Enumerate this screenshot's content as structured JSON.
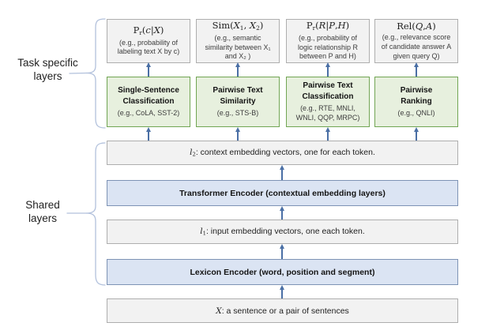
{
  "colors": {
    "green-fill": "#e7f0de",
    "green-border": "#71a553",
    "blue-fill": "#dbe4f3",
    "blue-border": "#7e93b5",
    "gray-fill": "#f2f2f2",
    "gray-border": "#aeaeae",
    "arrow": "#4a6fa5",
    "brace": "#b2c1dc",
    "text": "#262626"
  },
  "side_labels": {
    "task_specific": "Task specific\nlayers",
    "shared": "Shared\nlayers"
  },
  "top_boxes": [
    {
      "formula_segments": [
        {
          "t": "P",
          "s": "rm"
        },
        {
          "t": "r",
          "s": "sub"
        },
        {
          "t": "(",
          "s": "rm"
        },
        {
          "t": "c",
          "s": "it"
        },
        {
          "t": "|",
          "s": "rm"
        },
        {
          "t": "X",
          "s": "it"
        },
        {
          "t": ")",
          "s": "rm"
        }
      ],
      "desc": "(e.g., probability of\nlabeling text X by c)"
    },
    {
      "formula_segments": [
        {
          "t": "Sim(",
          "s": "rm"
        },
        {
          "t": "X",
          "s": "it"
        },
        {
          "t": "1",
          "s": "sub"
        },
        {
          "t": ", ",
          "s": "rm"
        },
        {
          "t": "X",
          "s": "it"
        },
        {
          "t": "2",
          "s": "sub"
        },
        {
          "t": ")",
          "s": "rm"
        }
      ],
      "desc": "(e.g., semantic\nsimilarity between X₁\nand X₂ )"
    },
    {
      "formula_segments": [
        {
          "t": "P",
          "s": "rm"
        },
        {
          "t": "r",
          "s": "sub"
        },
        {
          "t": "(",
          "s": "rm"
        },
        {
          "t": "R",
          "s": "it"
        },
        {
          "t": "|",
          "s": "rm"
        },
        {
          "t": "P",
          "s": "it"
        },
        {
          "t": ",",
          "s": "rm"
        },
        {
          "t": "H",
          "s": "it"
        },
        {
          "t": ")",
          "s": "rm"
        }
      ],
      "desc": "(e.g., probability of\nlogic relationship R\nbetween P and H)"
    },
    {
      "formula_segments": [
        {
          "t": "Rel(",
          "s": "rm"
        },
        {
          "t": "Q",
          "s": "it"
        },
        {
          "t": ",",
          "s": "rm"
        },
        {
          "t": "A",
          "s": "it"
        },
        {
          "t": ")",
          "s": "rm"
        }
      ],
      "desc": "(e.g., relevance score\nof candidate answer A\ngiven query Q)"
    }
  ],
  "task_boxes": [
    {
      "title": "Single-Sentence\nClassification",
      "example": "(e.g., CoLA, SST-2)"
    },
    {
      "title": "Pairwise Text\nSimilarity",
      "example": "(e.g., STS-B)"
    },
    {
      "title": "Pairwise Text\nClassification",
      "example": "(e.g., RTE, MNLI,\nWNLI, QQP, MRPC)"
    },
    {
      "title": "Pairwise\nRanking",
      "example": "(e.g., QNLI)"
    }
  ],
  "shared_layers": {
    "l2_segments": [
      {
        "t": "l",
        "s": "it"
      },
      {
        "t": "2",
        "s": "sub"
      },
      {
        "t": ": context embedding vectors, one for each token.",
        "s": "plain"
      }
    ],
    "transformer_label": "Transformer Encoder (contextual embedding layers)",
    "l1_segments": [
      {
        "t": "l",
        "s": "it"
      },
      {
        "t": "1",
        "s": "sub"
      },
      {
        "t": ": input embedding vectors, one each token.",
        "s": "plain"
      }
    ],
    "lexicon_label": "Lexicon Encoder (word, position and segment)",
    "input_segments": [
      {
        "t": "X",
        "s": "it"
      },
      {
        "t": ": a sentence or a pair of sentences",
        "s": "plain"
      }
    ]
  }
}
